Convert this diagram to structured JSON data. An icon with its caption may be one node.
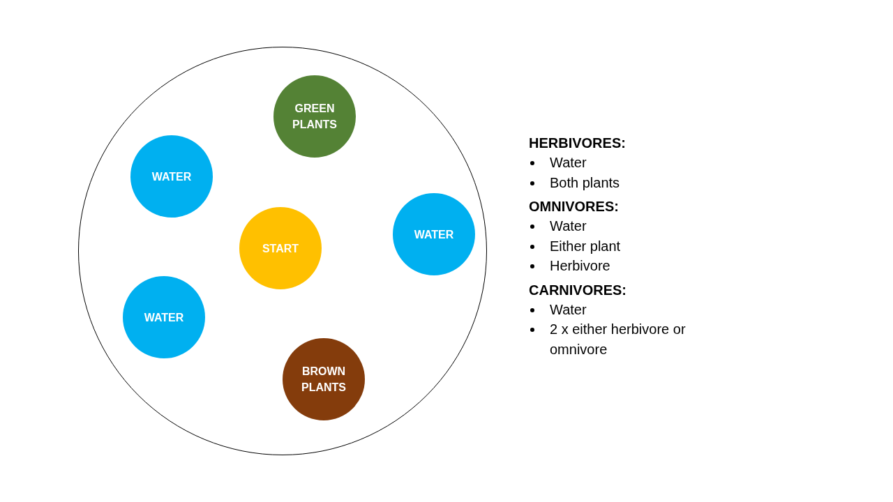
{
  "diagram": {
    "nodes": [
      {
        "text": [],
        "shape": "circle"
      },
      {
        "text": [
          "GREEN PLANTS"
        ],
        "in": 0
      },
      {
        "text": [
          "WATER"
        ],
        "in": 0
      },
      {
        "text": [
          "WATER"
        ],
        "in": 0
      },
      {
        "text": [
          "START"
        ],
        "in": 0
      },
      {
        "text": [
          "WATER"
        ],
        "in": 0
      },
      {
        "text": [
          "BROWN PLANTS"
        ],
        "in": 0
      }
    ],
    "edges": [],
    "labels": [
      "HERBIVORES:",
      "Water",
      "Both plants",
      "OMNIVORES:",
      "Water",
      "Either plant",
      "Herbivore",
      "CARNIVORES:",
      "Water",
      "2 x either herbivore or omnivore"
    ]
  }
}
